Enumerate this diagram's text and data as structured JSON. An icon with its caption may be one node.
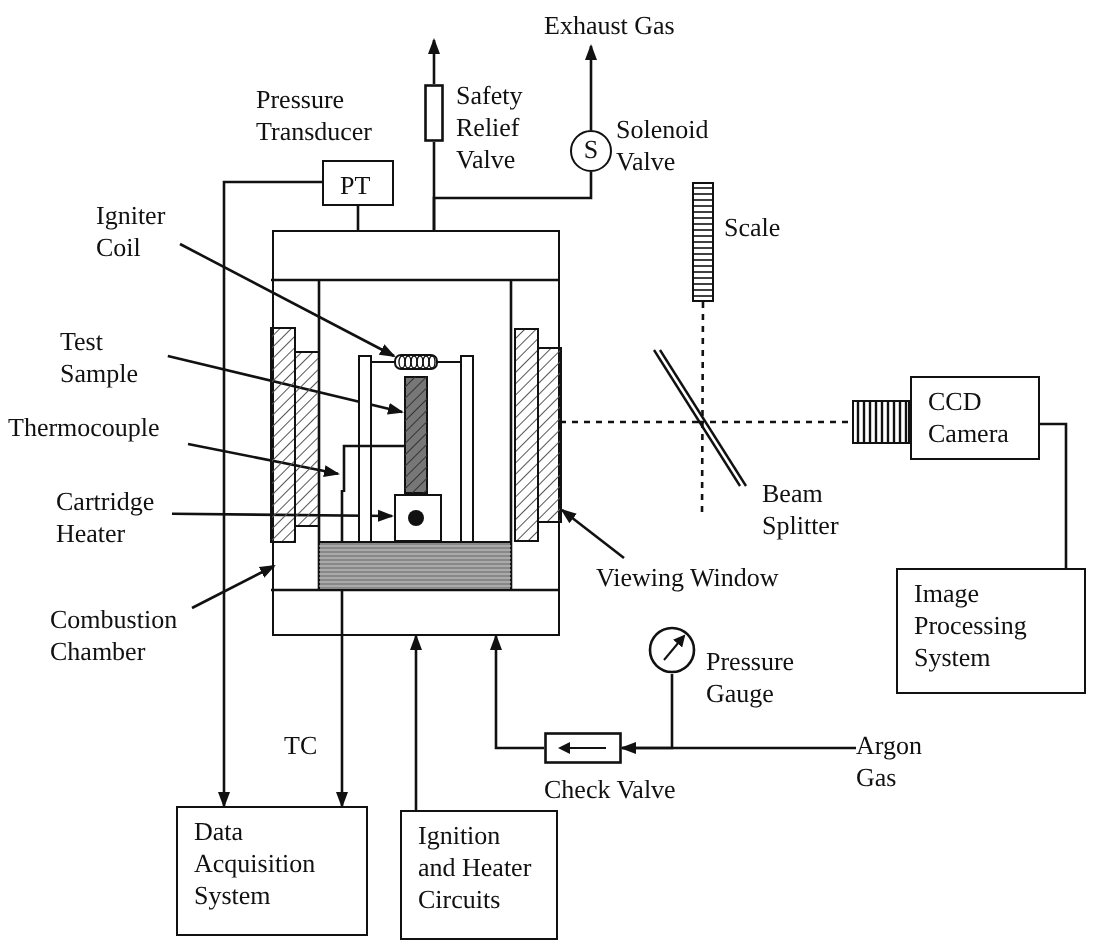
{
  "diagram": {
    "nodes": [
      {
        "text": [
          "Exhaust Gas"
        ]
      },
      {
        "text": [],
        "shape": "box",
        "beside": [
          "Safety Relief Valve"
        ]
      },
      {
        "text": [
          "S"
        ],
        "beside": [
          "Solenoid Valve"
        ]
      },
      {
        "text": [
          "PT"
        ],
        "beside": [
          "Pressure Transducer"
        ]
      },
      {
        "text": [
          "Igniter Coil"
        ]
      },
      {
        "text": [],
        "shape": "bar",
        "beside": [
          "Scale"
        ]
      },
      {
        "text": [],
        "shape": "box"
      },
      {
        "text": [],
        "shape": "coil",
        "in": 6
      },
      {
        "text": [],
        "shape": "bar",
        "in": 6
      },
      {
        "text": [],
        "shape": "wire",
        "in": 6
      },
      {
        "text": [],
        "shape": "box",
        "in": 6
      },
      {
        "text": [],
        "shape": "box",
        "in": 6
      },
      {
        "text": [
          "Test Sample"
        ]
      },
      {
        "text": [
          "Thermocouple"
        ]
      },
      {
        "text": [],
        "shape": "mirror",
        "beside": [
          "Beam Splitter"
        ]
      },
      {
        "text": [
          "CCD Camera"
        ]
      },
      {
        "text": [
          "Cartridge Heater"
        ]
      },
      {
        "text": [
          "Viewing Window"
        ]
      },
      {
        "text": [
          "Combustion Chamber"
        ]
      },
      {
        "text": [
          "Image Processing System"
        ]
      },
      {
        "text": [],
        "shape": "circle",
        "beside": [
          "Pressure Gauge"
        ]
      },
      {
        "text": [],
        "shape": "box",
        "beside": [
          "Check Valve"
        ]
      },
      {
        "text": [
          "Argon Gas"
        ]
      },
      {
        "text": [
          "Data Acquisition System"
        ]
      },
      {
        "text": [
          "Ignition and Heater Circuits"
        ]
      }
    ],
    "edges": [
      {
        "from": 6,
        "to": 1,
        "arrow": "none"
      },
      {
        "from": 1,
        "to": null,
        "arrow": "to"
      },
      {
        "from": 6,
        "to": 2,
        "arrow": "none"
      },
      {
        "from": 2,
        "to": 0,
        "arrow": "to"
      },
      {
        "from": 3,
        "to": 6,
        "arrow": "none"
      },
      {
        "from": 3,
        "to": 23,
        "arrow": "to"
      },
      {
        "from": 9,
        "to": 23,
        "arrow": "to",
        "label": "TC"
      },
      {
        "from": 24,
        "to": 6,
        "arrow": "to"
      },
      {
        "from": 21,
        "to": 6,
        "arrow": "to"
      },
      {
        "from": 22,
        "to": 21,
        "arrow": "to"
      },
      {
        "from": 20,
        "to": 21,
        "arrow": "none"
      },
      {
        "from": 15,
        "to": 19,
        "arrow": "none"
      },
      {
        "from": 11,
        "to": 14,
        "arrow": "none",
        "style": "dashed"
      },
      {
        "from": 14,
        "to": 15,
        "arrow": "none",
        "style": "dashed"
      },
      {
        "from": 5,
        "to": 14,
        "arrow": "none",
        "style": "dashed"
      },
      {
        "from": 4,
        "to": 7,
        "arrow": "to"
      },
      {
        "from": 12,
        "to": 8,
        "arrow": "to"
      },
      {
        "from": 13,
        "to": 9,
        "arrow": "to"
      },
      {
        "from": 16,
        "to": 10,
        "arrow": "to"
      },
      {
        "from": 18,
        "to": 6,
        "arrow": "to"
      },
      {
        "from": 17,
        "to": 11,
        "arrow": "to"
      }
    ]
  }
}
